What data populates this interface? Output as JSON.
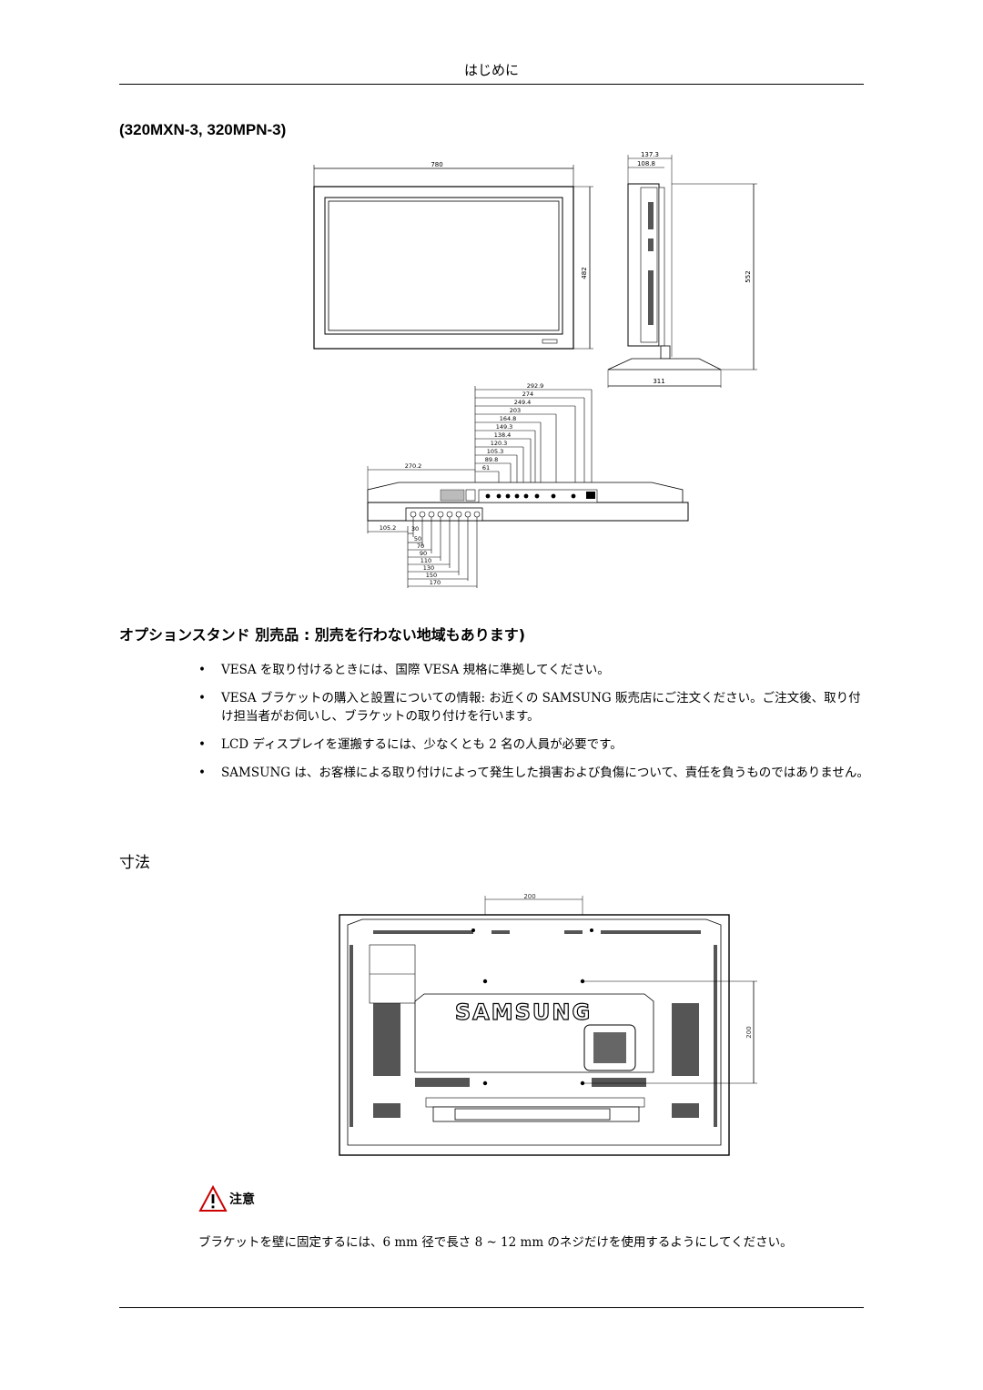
{
  "header": {
    "title": "はじめに"
  },
  "model_heading": "(320MXN-3, 320MPN-3)",
  "diagram_front": {
    "width_label": "780",
    "height_label": "482"
  },
  "diagram_side": {
    "depth_label_1": "137.3",
    "depth_label_2": "108.8",
    "height_label": "552",
    "stand_label": "311"
  },
  "diagram_ports": {
    "top_labels": [
      "292.9",
      "274",
      "249.4",
      "203",
      "164.8",
      "149.3",
      "138.4",
      "120.3",
      "105.3",
      "89.8",
      "61"
    ],
    "left_label": "270.2",
    "bottom_left_label": "105.2",
    "bottom_labels": [
      "30",
      "50",
      "70",
      "90",
      "110",
      "130",
      "150",
      "170"
    ]
  },
  "stand_section": {
    "heading": "オプションスタンド 別売品 : 別売を行わない地域もあります)",
    "bullets": [
      "VESA を取り付けるときには、国際 VESA 規格に準拠してください。",
      "VESA ブラケットの購入と設置についての情報: お近くの SAMSUNG 販売店にご注文ください。ご注文後、取り付け担当者がお伺いし、ブラケットの取り付けを行います。",
      "LCD ディスプレイを運搬するには、少なくとも 2 名の人員が必要です。",
      "SAMSUNG は、お客様による取り付けによって発生した損害および負傷について、責任を負うものではありません。"
    ]
  },
  "dimensions_section": {
    "heading": "寸法"
  },
  "diagram_back": {
    "top_label": "200",
    "side_label": "200",
    "brand": "SAMSUNG"
  },
  "caution": {
    "icon": "warning-triangle-icon",
    "label": "注意",
    "text": "ブラケットを壁に固定するには、6 mm 径で長さ 8 ~ 12 mm のネジだけを使用するようにしてください。"
  }
}
